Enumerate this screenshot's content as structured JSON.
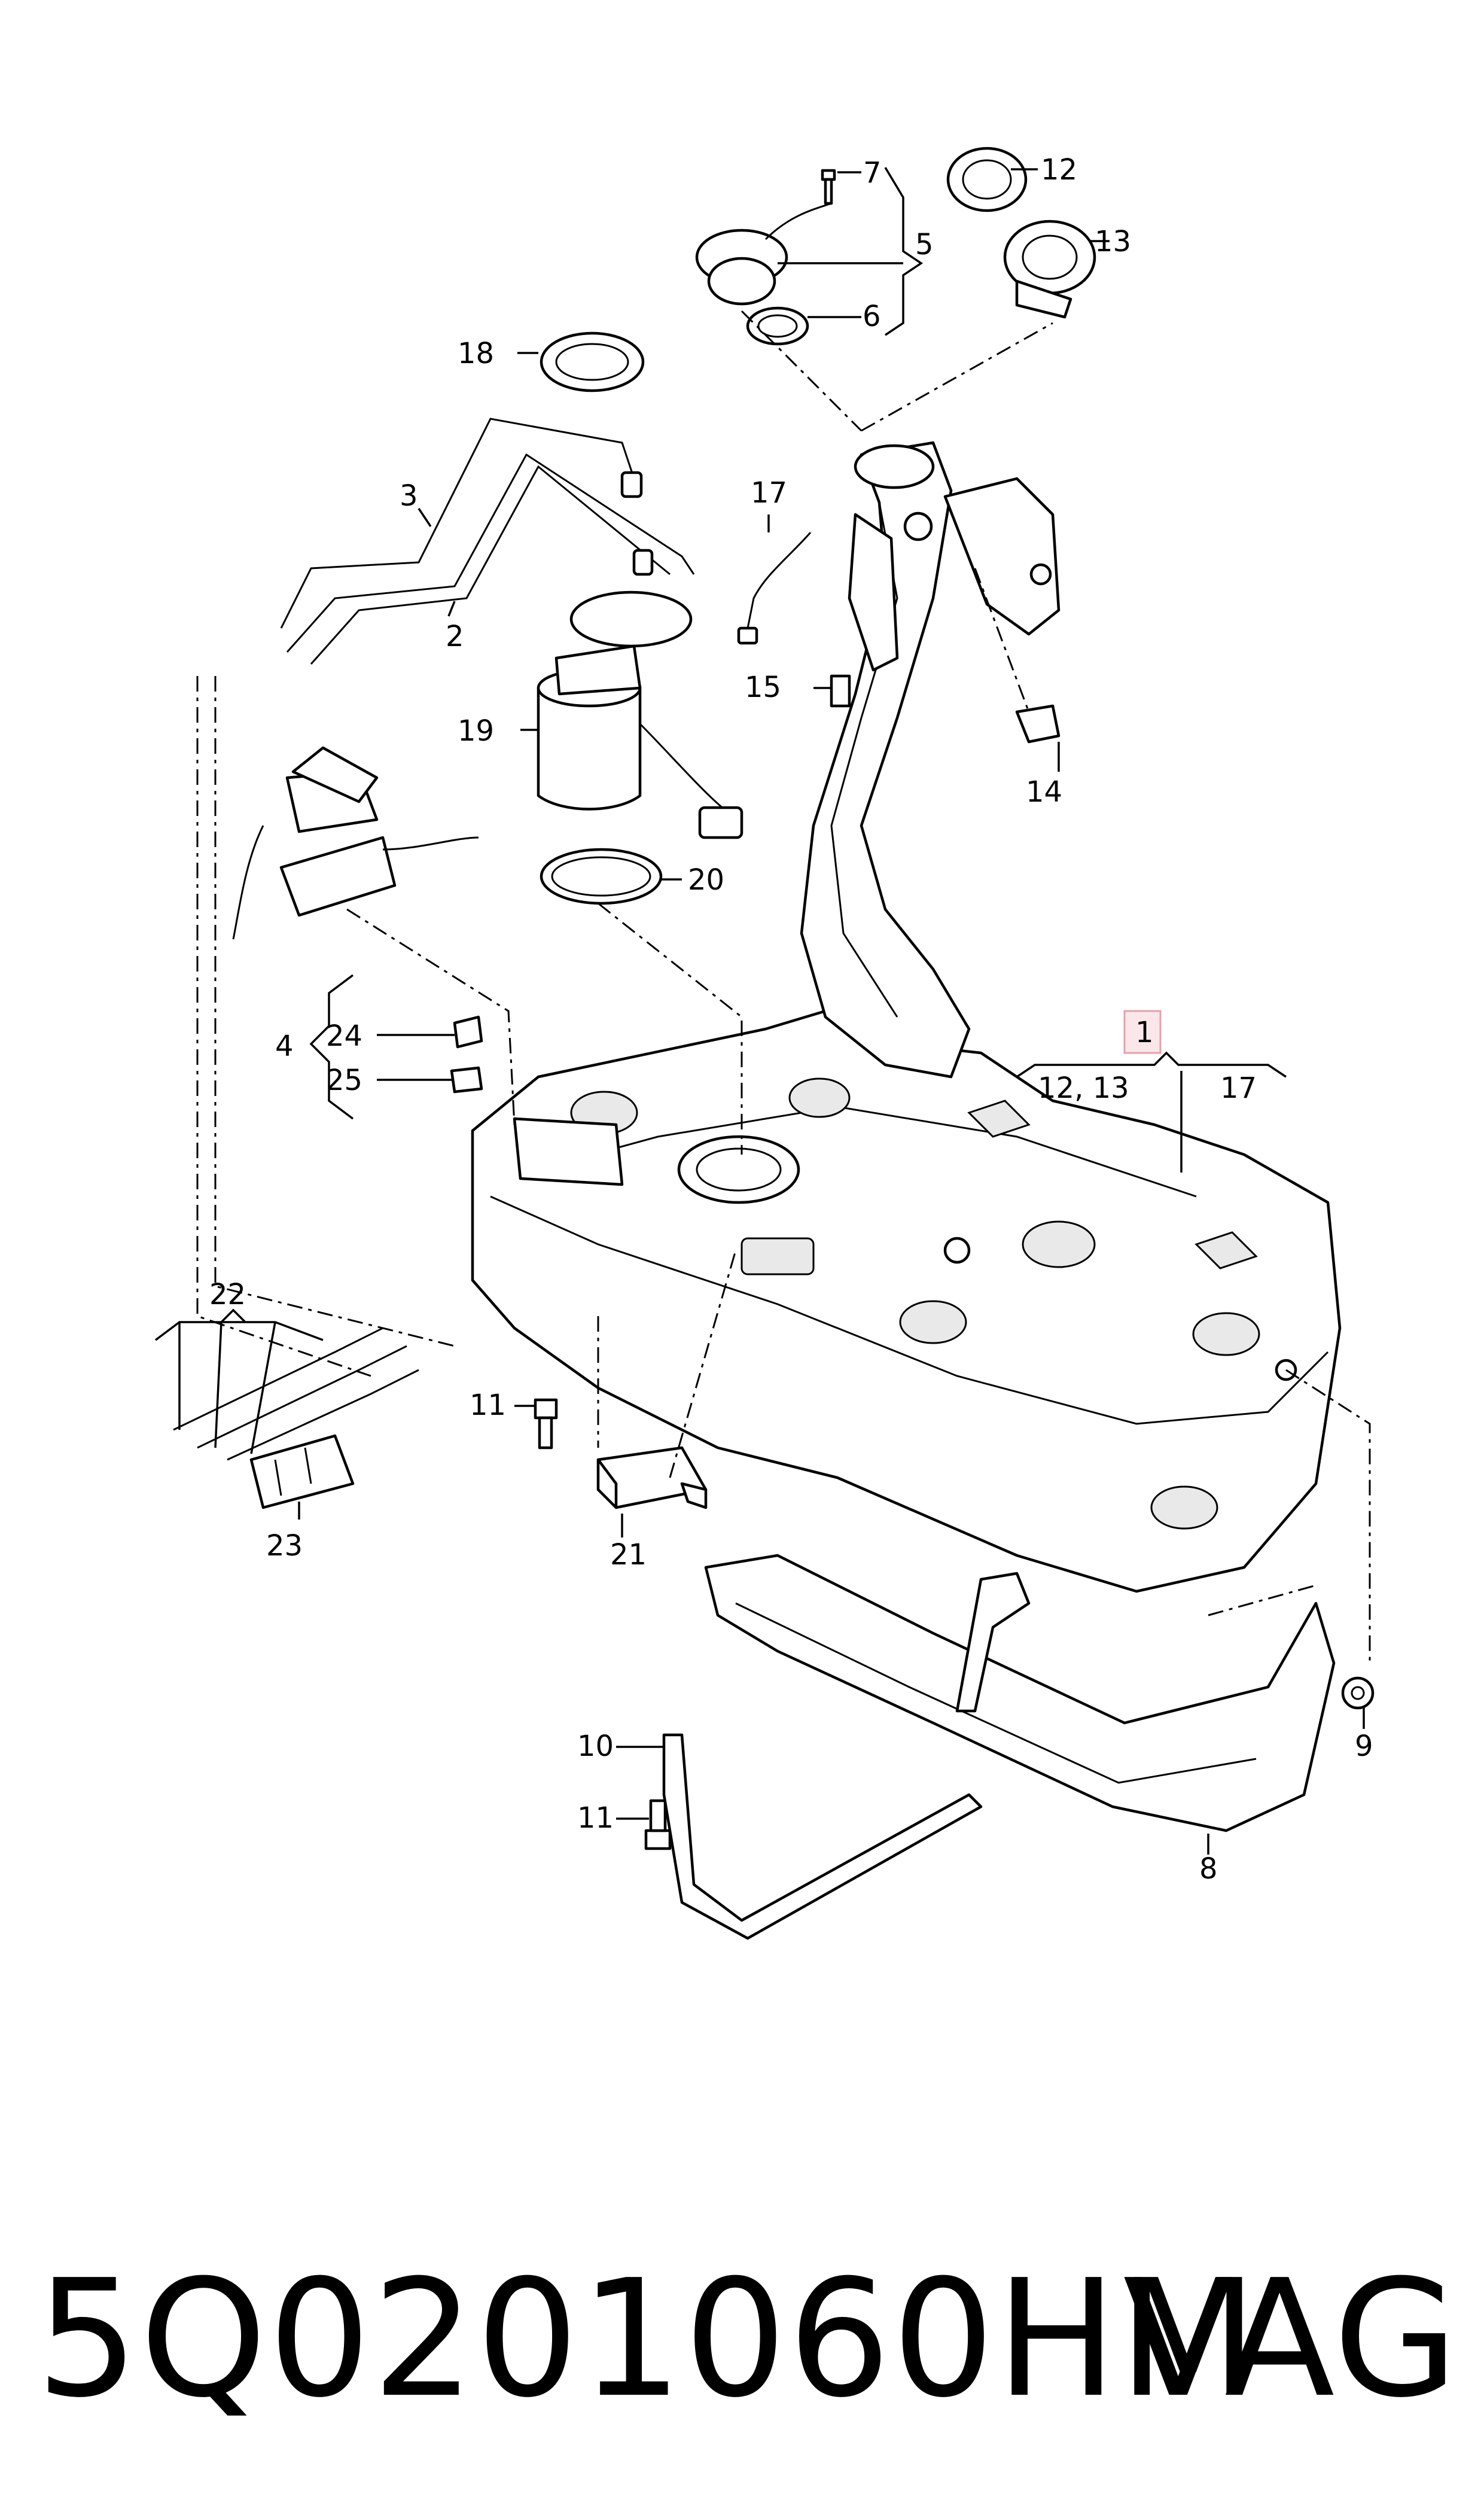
{
  "footer": {
    "part_number": "5Q0201060HM",
    "brand": "VAG"
  },
  "labels": {
    "l1": "1",
    "l2": "2",
    "l3": "3",
    "l4": "4",
    "l5": "5",
    "l6": "6",
    "l7": "7",
    "l8": "8",
    "l9": "9",
    "l10": "10",
    "l11a": "11",
    "l11b": "11",
    "l12": "12",
    "l13": "13",
    "l12_13": "12, 13",
    "l14": "14",
    "l15": "15",
    "l17a": "17",
    "l17b": "17",
    "l18": "18",
    "l19": "19",
    "l20": "20",
    "l21": "21",
    "l22": "22",
    "l23": "23",
    "l24": "24",
    "l25": "25"
  },
  "colors": {
    "highlight_box": "#e8a0a8",
    "highlight_fill": "#fbe7ea"
  }
}
